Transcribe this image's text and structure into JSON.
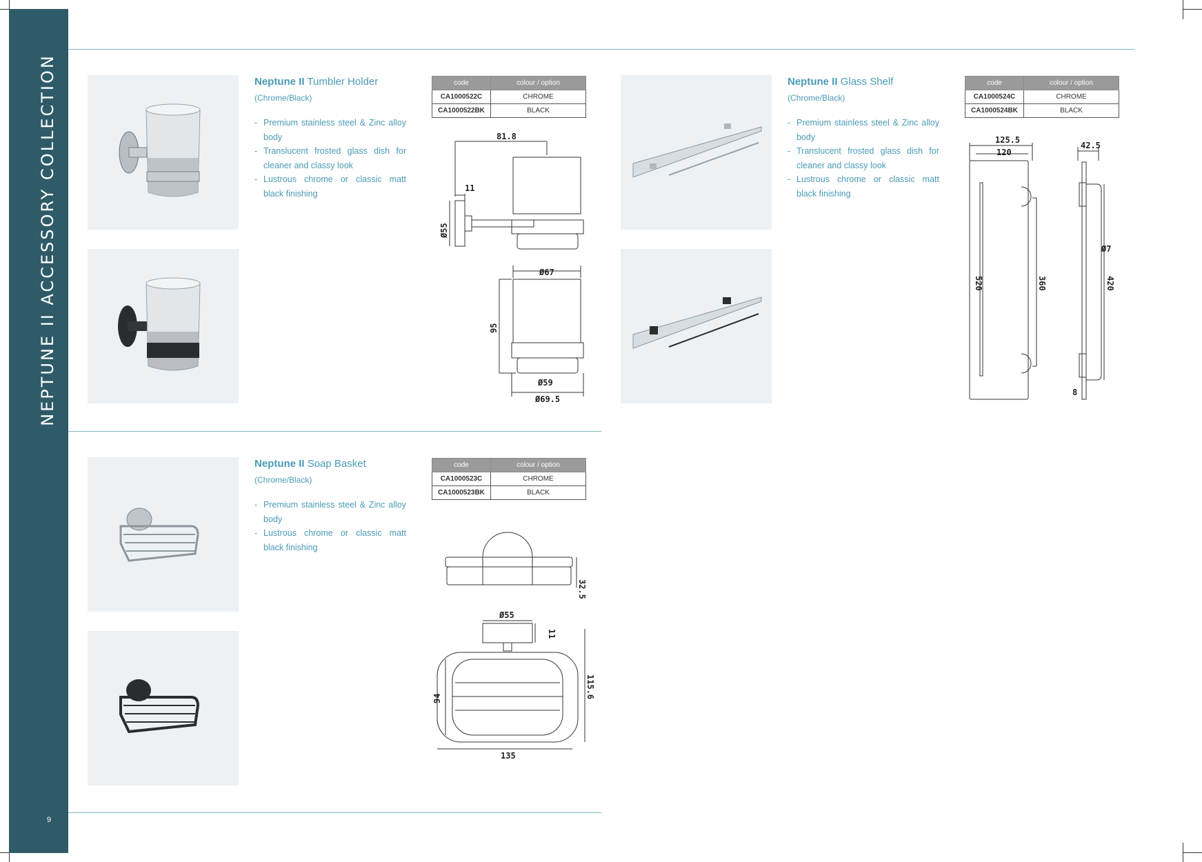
{
  "sidebar": {
    "title": "NEPTUNE II ACCESSORY COLLECTION",
    "page_number": "9"
  },
  "colors": {
    "teal": "#2f5b68",
    "accent": "#4a9bb5",
    "table_header": "#9a9a9a"
  },
  "table_headers": {
    "code": "code",
    "option": "colour / option"
  },
  "products": {
    "tumbler": {
      "brand": "Neptune II",
      "name": "Tumbler Holder",
      "finish": "(Chrome/Black)",
      "bullets": [
        "Premium stainless steel & Zinc alloy body",
        "Translucent frosted glass dish for cleaner and classy look",
        "Lustrous chrome or classic matt black finishing"
      ],
      "rows": [
        {
          "code": "CA1000522C",
          "option": "CHROME"
        },
        {
          "code": "CA1000522BK",
          "option": "BLACK"
        }
      ],
      "dims": [
        "81.8",
        "11",
        "55",
        "67",
        "95",
        "59",
        "69.5"
      ]
    },
    "shelf": {
      "brand": "Neptune II",
      "name": "Glass Shelf",
      "finish": "(Chrome/Black)",
      "bullets": [
        "Premium stainless steel & Zinc alloy body",
        "Translucent frosted glass dish for cleaner and classy look",
        "Lustrous chrome or classic matt black finishing"
      ],
      "rows": [
        {
          "code": "CA1000524C",
          "option": "CHROME"
        },
        {
          "code": "CA1000524BK",
          "option": "BLACK"
        }
      ],
      "dims": [
        "125.5",
        "120",
        "520",
        "360",
        "42.5",
        "7",
        "420",
        "8"
      ]
    },
    "soap": {
      "brand": "Neptune II",
      "name": "Soap Basket",
      "finish": "(Chrome/Black)",
      "bullets": [
        "Premium stainless steel & Zinc alloy body",
        "Lustrous chrome or classic matt black finishing"
      ],
      "rows": [
        {
          "code": "CA1000523C",
          "option": "CHROME"
        },
        {
          "code": "CA1000523BK",
          "option": "BLACK"
        }
      ],
      "dims": [
        "32.5",
        "55",
        "11",
        "94",
        "115.6",
        "135"
      ]
    }
  }
}
